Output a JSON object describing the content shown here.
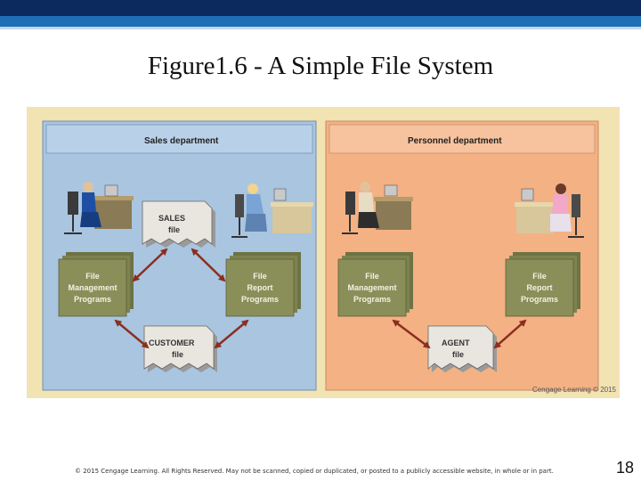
{
  "slide": {
    "title": "Figure1.6 - A Simple File System",
    "footer": "© 2015 Cengage Learning. All Rights Reserved. May not be scanned, copied or duplicated, or posted to a publicly accessible website, in whole or in part.",
    "page_number": "18"
  },
  "figure": {
    "credit": "Cengage Learning © 2015",
    "sales": {
      "header": "Sales department",
      "sales_file": [
        "SALES",
        "file"
      ],
      "customer_file": [
        "CUSTOMER",
        "file"
      ],
      "left_programs": [
        "File",
        "Management",
        "Programs"
      ],
      "right_programs": [
        "File",
        "Report",
        "Programs"
      ]
    },
    "personnel": {
      "header": "Personnel department",
      "agent_file": [
        "AGENT",
        "file"
      ],
      "left_programs": [
        "File",
        "Management",
        "Programs"
      ],
      "right_programs": [
        "File",
        "Report",
        "Programs"
      ]
    },
    "colors": {
      "sales_bg": "#a9c5e0",
      "personnel_bg": "#f4b184",
      "program_box": "#8a8f5a",
      "file_doc": "#e8e6df",
      "arrow": "#8b2e1f"
    }
  }
}
